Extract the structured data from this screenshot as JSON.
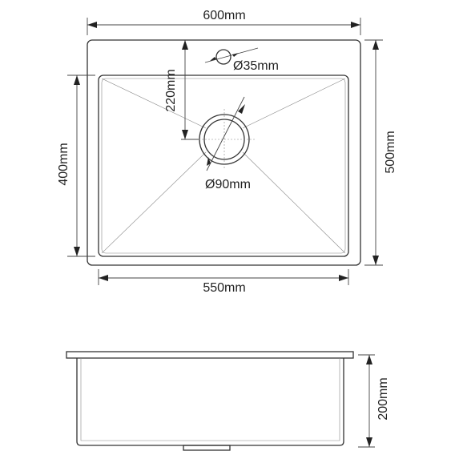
{
  "labels": {
    "width_outer": "600mm",
    "width_inner": "550mm",
    "height_outer": "500mm",
    "height_inner": "400mm",
    "drain_offset": "220mm",
    "tap_hole": "Ø35mm",
    "drain_hole": "Ø90mm",
    "depth": "200mm"
  },
  "colors": {
    "line": "#333333",
    "background": "#ffffff"
  }
}
